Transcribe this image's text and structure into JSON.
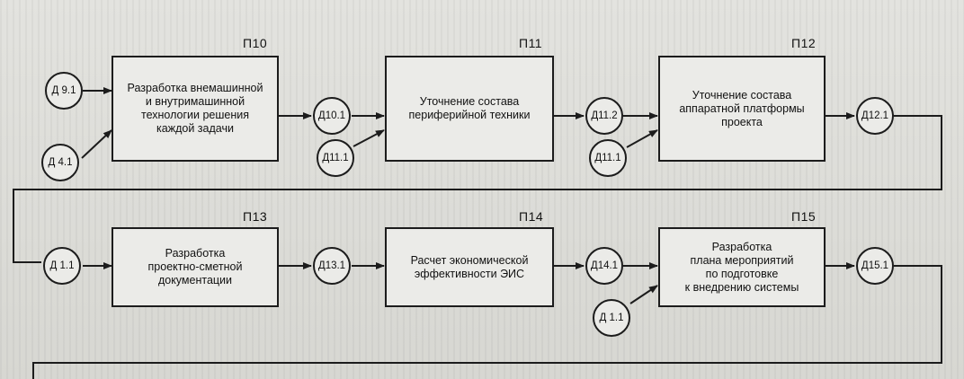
{
  "rows": [
    {
      "processes": [
        {
          "code": "П10",
          "text": "Разработка внемашинной\nи внутримашинной\nтехнологии решения\nкаждой задачи"
        },
        {
          "code": "П11",
          "text": "Уточнение состава\nпериферийной техники"
        },
        {
          "code": "П12",
          "text": "Уточнение состава\nаппаратной платформы\nпроекта"
        }
      ],
      "nodes": [
        "Д 9.1",
        "Д 4.1",
        "Д10.1",
        "Д11.1",
        "Д11.2",
        "Д11.1",
        "Д12.1"
      ]
    },
    {
      "processes": [
        {
          "code": "П13",
          "text": "Разработка\nпроектно-сметной\nдокументации"
        },
        {
          "code": "П14",
          "text": "Расчет экономической\nэффективности ЭИС"
        },
        {
          "code": "П15",
          "text": "Разработка\nплана мероприятий\nпо подготовке\nк внедрению системы"
        }
      ],
      "nodes": [
        "Д 1.1",
        "Д13.1",
        "Д14.1",
        "Д 1.1",
        "Д15.1"
      ]
    }
  ],
  "colors": {
    "line": "#1c1c1c",
    "box_fill": "#ebebe8",
    "background": "#dcdcd8"
  }
}
